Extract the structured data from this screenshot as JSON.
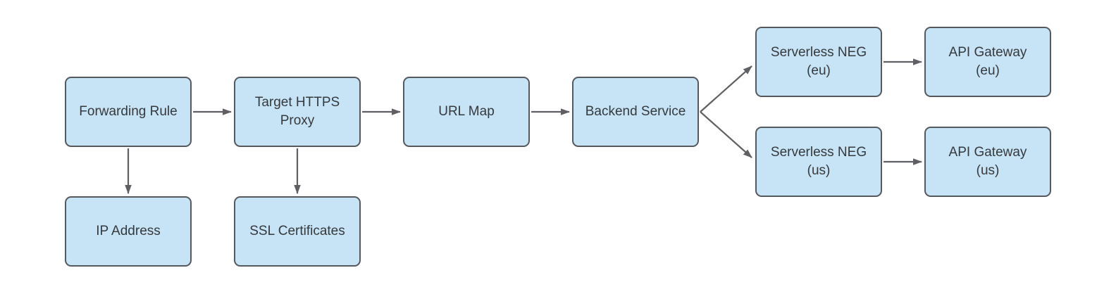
{
  "diagram": {
    "colors": {
      "node_fill": "#c7e4f6",
      "node_border": "#55595d",
      "arrow_color": "#5e6063",
      "text_color": "#36393c",
      "canvas_bg": "#ffffff"
    },
    "nodes": {
      "forwarding_rule": {
        "label": "Forwarding Rule"
      },
      "target_https_proxy": {
        "label": "Target HTTPS\nProxy"
      },
      "url_map": {
        "label": "URL Map"
      },
      "backend_service": {
        "label": "Backend Service"
      },
      "serverless_neg_eu": {
        "label": "Serverless NEG\n(eu)"
      },
      "api_gateway_eu": {
        "label": "API Gateway\n(eu)"
      },
      "serverless_neg_us": {
        "label": "Serverless NEG\n(us)"
      },
      "api_gateway_us": {
        "label": "API Gateway\n(us)"
      },
      "ip_address": {
        "label": "IP Address"
      },
      "ssl_certificates": {
        "label": "SSL Certificates"
      }
    },
    "edges": [
      {
        "from": "forwarding_rule",
        "to": "target_https_proxy"
      },
      {
        "from": "target_https_proxy",
        "to": "url_map"
      },
      {
        "from": "url_map",
        "to": "backend_service"
      },
      {
        "from": "backend_service",
        "to": "serverless_neg_eu"
      },
      {
        "from": "backend_service",
        "to": "serverless_neg_us"
      },
      {
        "from": "serverless_neg_eu",
        "to": "api_gateway_eu"
      },
      {
        "from": "serverless_neg_us",
        "to": "api_gateway_us"
      },
      {
        "from": "forwarding_rule",
        "to": "ip_address"
      },
      {
        "from": "target_https_proxy",
        "to": "ssl_certificates"
      }
    ]
  }
}
